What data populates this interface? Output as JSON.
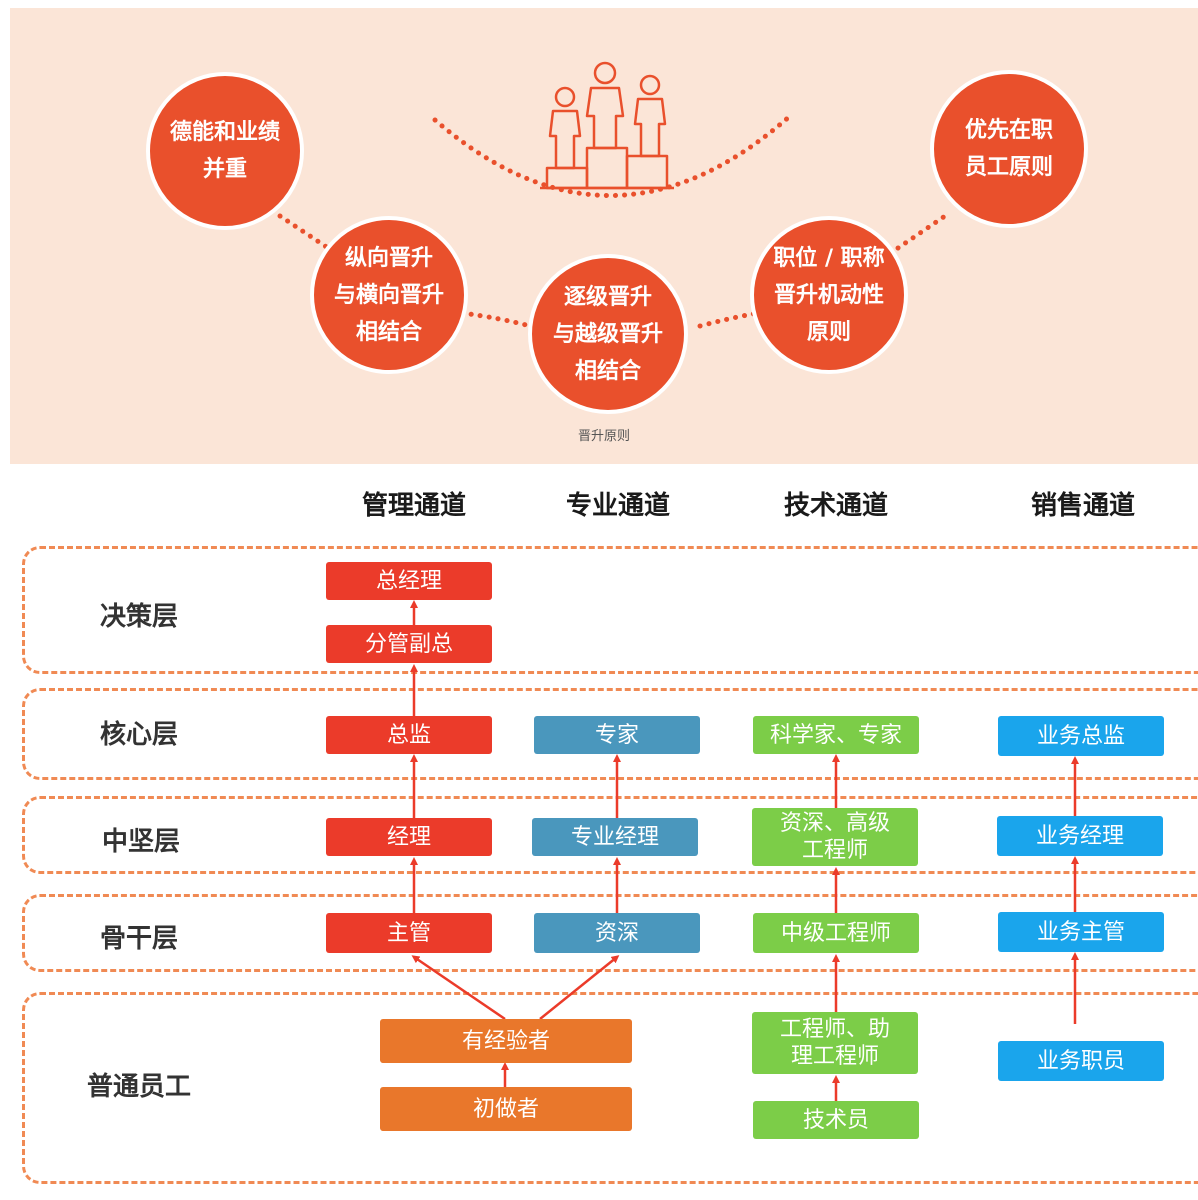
{
  "principles": {
    "circles": [
      {
        "lines": [
          "德能和业绩",
          "并重"
        ]
      },
      {
        "lines": [
          "纵向晋升",
          "与横向晋升",
          "相结合"
        ]
      },
      {
        "lines": [
          "逐级晋升",
          "与越级晋升",
          "相结合"
        ]
      },
      {
        "lines": [
          "职位 / 职称",
          "晋升机动性",
          "原则"
        ]
      },
      {
        "lines": [
          "优先在职",
          "员工原则"
        ]
      }
    ],
    "caption": "晋升原则"
  },
  "channels": {
    "headers": [
      "管理通道",
      "专业通道",
      "技术通道",
      "销售通道"
    ],
    "layers": [
      "决策层",
      "核心层",
      "中坚层",
      "骨干层",
      "普通员工"
    ],
    "nodes": {
      "management": [
        "总经理",
        "分管副总",
        "总监",
        "经理",
        "主管"
      ],
      "professional": [
        "专家",
        "专业经理",
        "资深"
      ],
      "technical": [
        [
          "科学家、专家"
        ],
        [
          "资深、高级",
          "工程师"
        ],
        [
          "中级工程师"
        ],
        [
          "工程师、助",
          "理工程师"
        ],
        [
          "技术员"
        ]
      ],
      "sales": [
        "业务总监",
        "业务经理",
        "业务主管",
        "业务职员"
      ],
      "general": [
        "有经验者",
        "初做者"
      ]
    }
  },
  "colors": {
    "management": "#eb3b2a",
    "professional": "#4a97bd",
    "technical": "#7ccd48",
    "sales": "#1aa5ec",
    "general": "#e9772b",
    "principle": "#e9502c",
    "dashed": "#f08a54"
  }
}
